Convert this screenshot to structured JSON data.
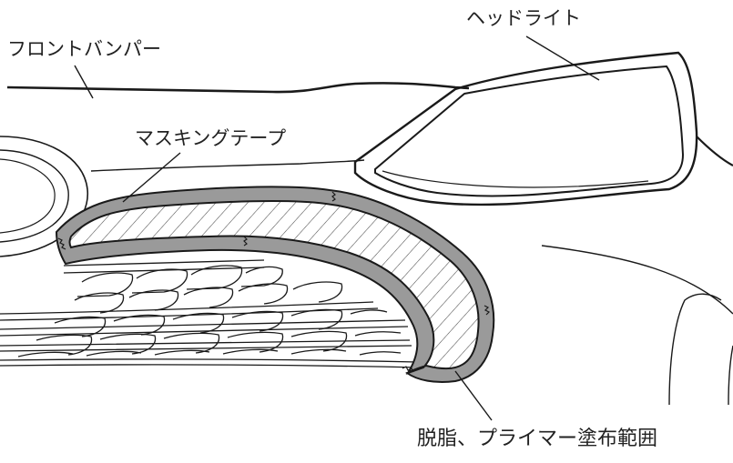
{
  "labels": {
    "headlight": "ヘッドライト",
    "front_bumper": "フロントバンパー",
    "masking_tape": "マスキングテープ",
    "degrease_area": "脱脂、プライマー塗布範囲"
  },
  "colors": {
    "line": "#1a1a1a",
    "tape_fill": "#9a9a9a",
    "hatch": "#4a4a4a",
    "text": "#222222",
    "background": "#ffffff"
  }
}
